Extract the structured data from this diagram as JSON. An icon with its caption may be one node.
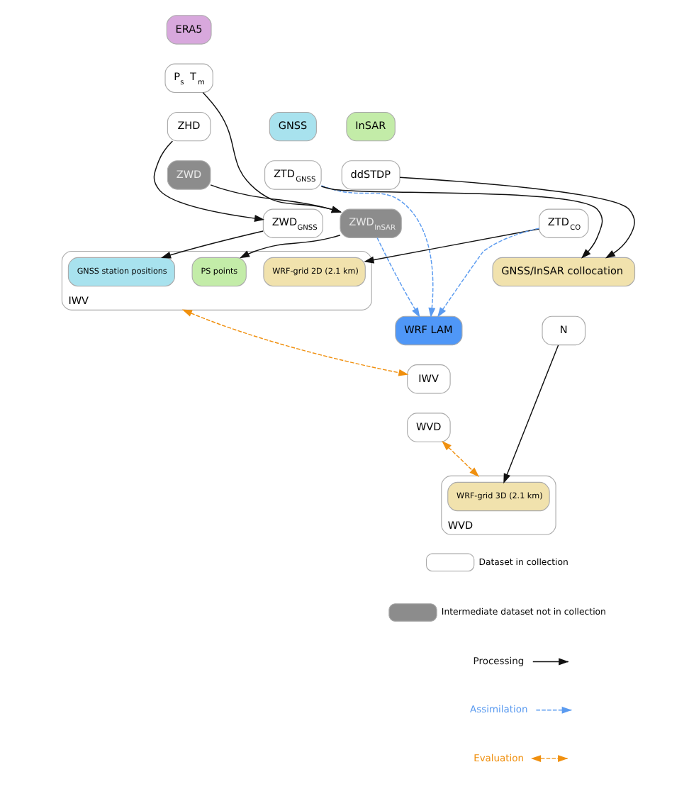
{
  "diagram": {
    "nodes": [
      {
        "text": [
          "GNSS"
        ]
      },
      {
        "text": [
          "ZTD$_{GNSS}$"
        ]
      },
      {
        "text": [
          "ZWD$_{GNSS}$"
        ]
      },
      {
        "text": [
          "ERA5"
        ]
      },
      {
        "text": [
          "P$_{s}$ T$_{m}$"
        ]
      },
      {
        "text": [
          "ZHD"
        ]
      },
      {
        "text": [
          "ZWD"
        ]
      },
      {
        "text": [
          "InSAR"
        ]
      },
      {
        "text": [
          "ddSTDP"
        ]
      },
      {
        "text": [
          "ZWD$_{InSAR}$"
        ]
      },
      {
        "text": [
          "IWV"
        ]
      },
      {
        "text": [
          "GNSS station positions"
        ],
        "in": 10
      },
      {
        "text": [
          "PS points"
        ],
        "in": 10
      },
      {
        "text": [
          "WRF-grid 2D (2.1 km)"
        ],
        "in": 10
      },
      {
        "text": [
          "WRF LAM"
        ]
      },
      {
        "text": [
          "IWV"
        ]
      },
      {
        "text": [
          "WVD"
        ]
      },
      {
        "text": [
          "ZTD$_{CO}$"
        ]
      },
      {
        "text": [
          "GNSS/InSAR collocation"
        ]
      },
      {
        "text": [
          "N"
        ]
      },
      {
        "text": [
          "WVD"
        ]
      },
      {
        "text": [
          "WRF-grid 3D (2.1 km)"
        ],
        "in": 20
      }
    ],
    "edges": [
      {
        "from": 5,
        "to": 2,
        "arrow": "to"
      },
      {
        "from": 4,
        "to": 9,
        "arrow": "to"
      },
      {
        "from": 6,
        "to": 9,
        "arrow": "to"
      },
      {
        "from": 1,
        "to": 14,
        "arrow": "to",
        "style": "dashed",
        "color": "#5b9bf0"
      },
      {
        "from": 9,
        "to": 14,
        "arrow": "to",
        "style": "dashed",
        "color": "#5b9bf0"
      },
      {
        "from": 2,
        "to": 11,
        "arrow": "to"
      },
      {
        "from": 9,
        "to": 12,
        "arrow": "to"
      },
      {
        "from": 1,
        "to": 18,
        "arrow": "to"
      },
      {
        "from": 8,
        "to": 18,
        "arrow": "to"
      },
      {
        "from": 17,
        "to": 13,
        "arrow": "to"
      },
      {
        "from": 17,
        "to": 14,
        "arrow": "to",
        "style": "dashed",
        "color": "#5b9bf0"
      },
      {
        "from": 10,
        "to": 15,
        "arrow": "both",
        "style": "dashed",
        "color": "#f0900f"
      },
      {
        "from": 16,
        "to": 20,
        "arrow": "both",
        "style": "dashed",
        "color": "#f0900f"
      },
      {
        "from": 19,
        "to": 21,
        "arrow": "to"
      }
    ],
    "legend": [
      {
        "text": "Dataset in collection",
        "color": "#ffffff"
      },
      {
        "text": "Intermediate dataset not in collection",
        "color": "#8c8c8c"
      },
      {
        "text": "Processing"
      },
      {
        "text": "Assimilation"
      },
      {
        "text": "Evaluation"
      }
    ]
  }
}
